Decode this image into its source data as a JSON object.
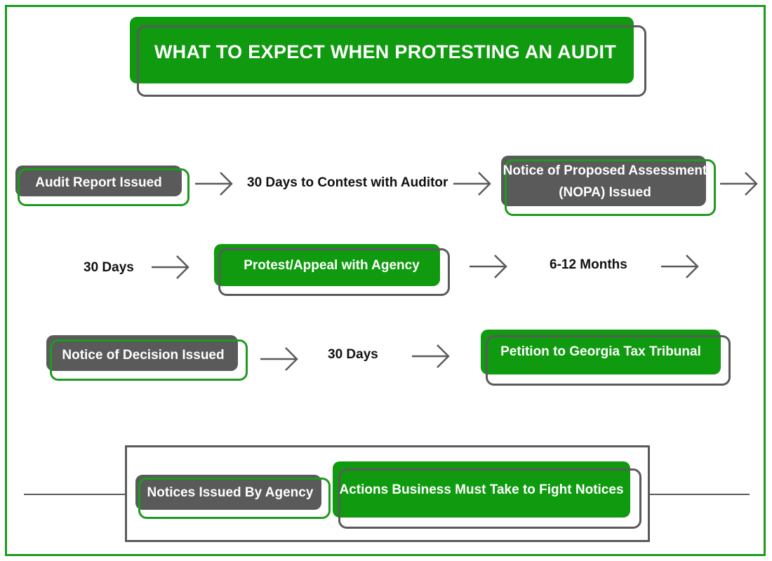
{
  "title": "WHAT TO EXPECT WHEN PROTESTING AN AUDIT",
  "steps": {
    "audit_report": "Audit Report Issued",
    "contest_auditor": "30 Days to Contest with Auditor",
    "nopa_line1": "Notice of Proposed Assessment",
    "nopa_line2": "(NOPA) Issued",
    "thirty_days_a": "30 Days",
    "protest_appeal": "Protest/Appeal with Agency",
    "six_twelve_months": "6-12 Months",
    "notice_decision": "Notice of Decision Issued",
    "thirty_days_b": "30 Days",
    "petition": "Petition to Georgia Tax Tribunal"
  },
  "legend": {
    "notices": "Notices Issued By Agency",
    "actions": "Actions Business Must Take to Fight Notices"
  },
  "colors": {
    "green": "#0f9a0f",
    "gray": "#5a5a5a",
    "frame": "#1e9a1e"
  }
}
